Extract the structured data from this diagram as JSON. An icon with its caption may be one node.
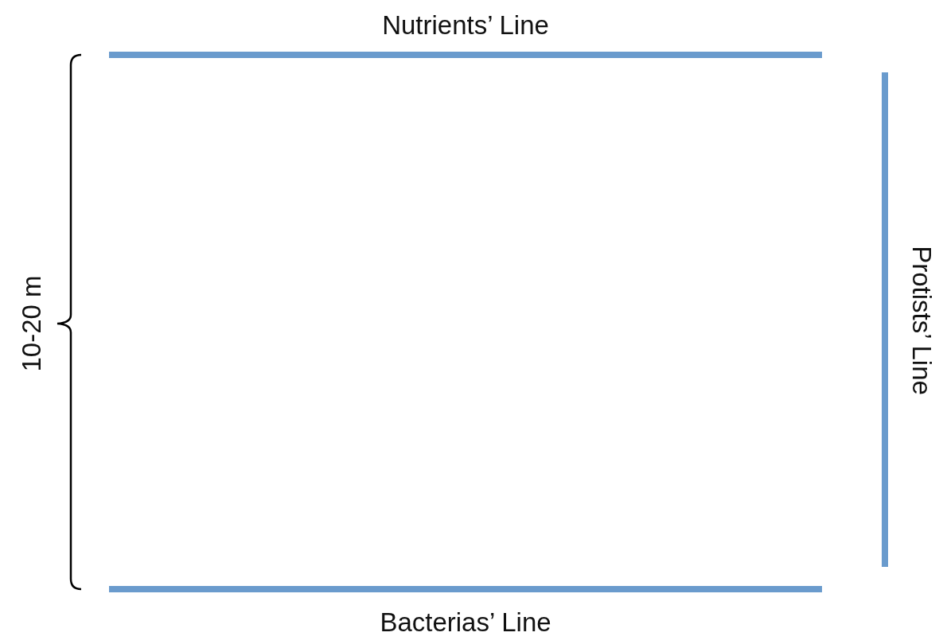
{
  "diagram": {
    "nodes": [
      {
        "text": [
          "Nutrients’ Line"
        ]
      },
      {
        "text": [
          "Protists’ Line"
        ]
      },
      {
        "text": [
          "Bacterias’ Line"
        ]
      }
    ],
    "labels": [
      "10-20 m"
    ]
  }
}
